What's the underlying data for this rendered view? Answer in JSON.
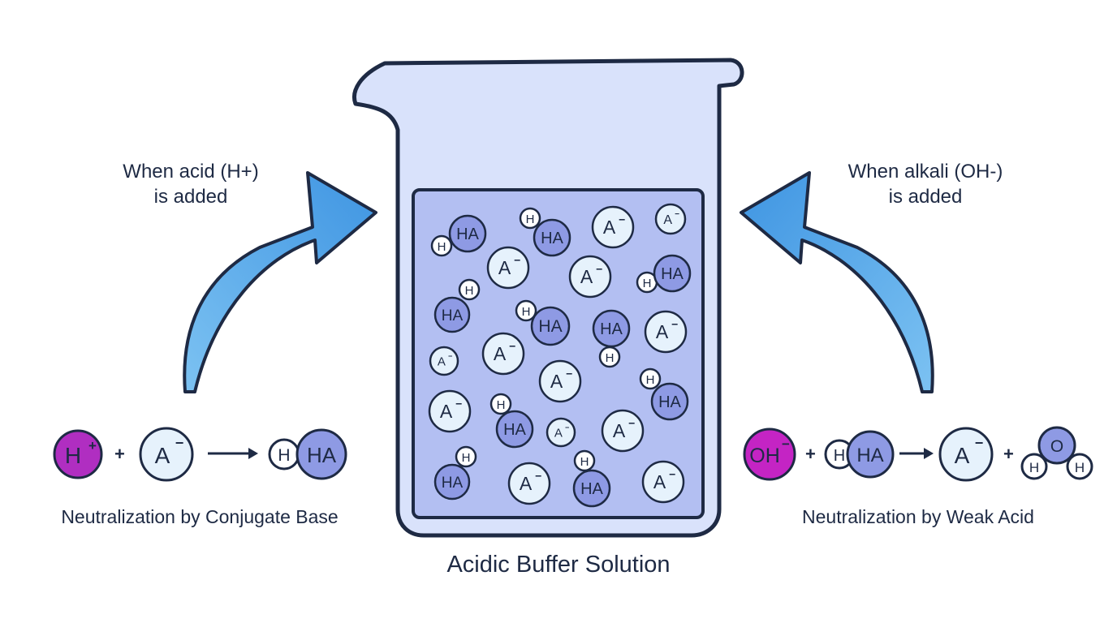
{
  "title": "Acidic Buffer Solution",
  "left": {
    "trigger_line1": "When acid (H+)",
    "trigger_line2": "is added",
    "caption": "Neutralization by Conjugate Base",
    "equation": {
      "reactant1": "H",
      "reactant1_charge": "+",
      "plus": "+",
      "reactant2": "A",
      "reactant2_charge": "−",
      "product_small": "H",
      "product_big": "HA"
    }
  },
  "right": {
    "trigger_line1": "When alkali (OH-)",
    "trigger_line2": "is added",
    "caption": "Neutralization by Weak Acid",
    "equation": {
      "reactant1": "OH",
      "reactant1_charge": "−",
      "plus1": "+",
      "reactant2_small": "H",
      "reactant2_big": "HA",
      "product1": "A",
      "product1_charge": "−",
      "plus2": "+",
      "water_o": "O",
      "water_h1": "H",
      "water_h2": "H"
    }
  },
  "molecule_labels": {
    "weak_acid": "HA",
    "hydrogen": "H",
    "conjugate_base": "A",
    "conjugate_base_charge": "−"
  },
  "colors": {
    "outline": "#1e2a44",
    "liquid": "#b3bff2",
    "glass": "#d9e2fb",
    "arrow_fill": "#4a9ee6",
    "arrow_fill_light": "#7cc2f2",
    "ha_fill": "#8e9ae4",
    "a_fill": "#e6f2fc",
    "h_fill": "#ffffff",
    "h_plus_fill": "#b02ec1",
    "oh_fill": "#c424c4"
  }
}
